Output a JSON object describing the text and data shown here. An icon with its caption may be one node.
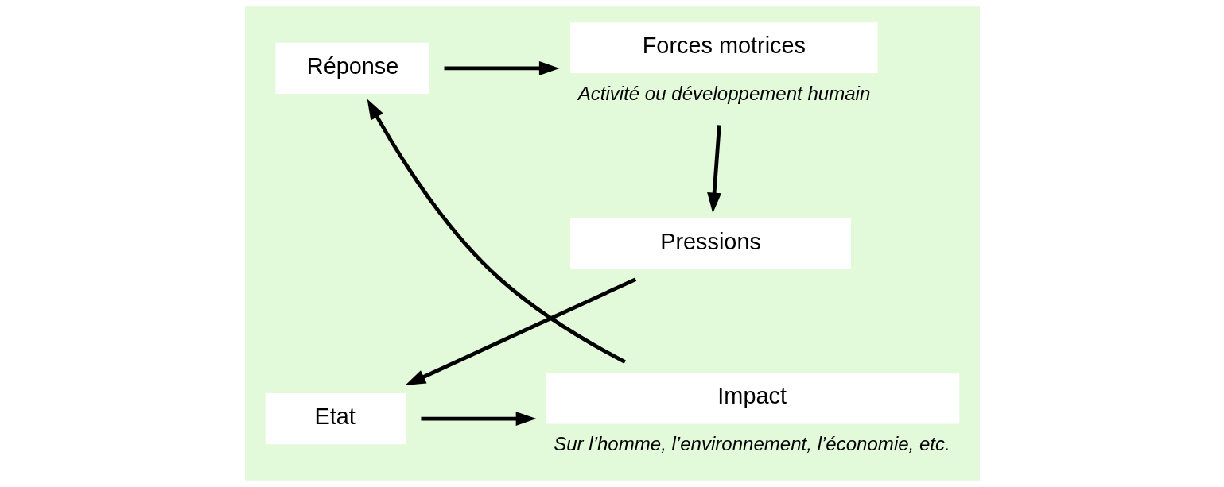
{
  "diagram": {
    "nodes": [
      {
        "text": [
          "Forces motrices"
        ],
        "beside": [
          "Activité ou développement humain"
        ]
      },
      {
        "text": [
          "Réponse"
        ]
      },
      {
        "text": [
          "Pressions"
        ]
      },
      {
        "text": [
          "Etat"
        ]
      },
      {
        "text": [
          "Impact"
        ],
        "beside": [
          "Sur l’homme, l’environnement, l’économie, etc."
        ]
      }
    ],
    "edges": [
      {
        "from": 1,
        "to": 0,
        "arrow": "to"
      },
      {
        "from": 0,
        "to": 2,
        "arrow": "to"
      },
      {
        "from": 2,
        "to": 3,
        "arrow": "to"
      },
      {
        "from": 3,
        "to": 4,
        "arrow": "to"
      },
      {
        "from": 4,
        "to": 1,
        "arrow": "to"
      }
    ]
  }
}
